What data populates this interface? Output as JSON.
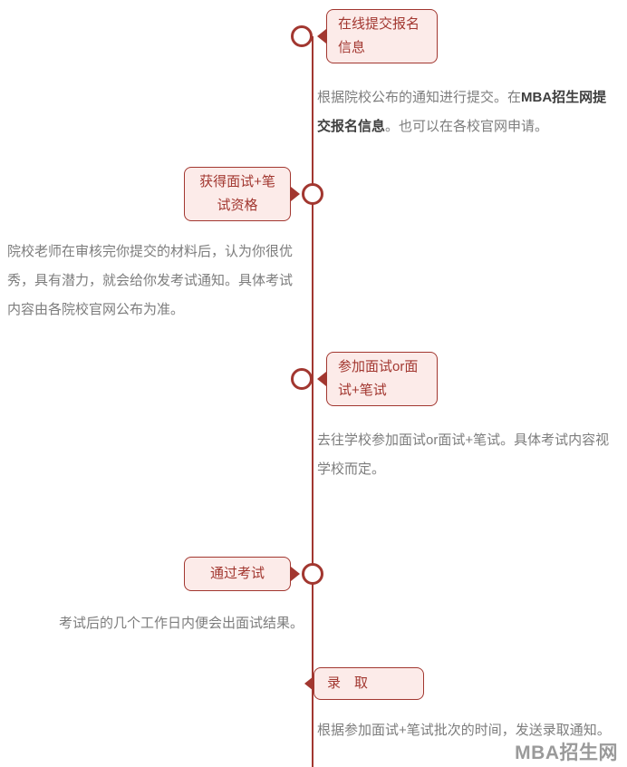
{
  "watermark": "MBA招生网",
  "colors": {
    "accent": "#a23730",
    "box_fill": "#fcebe9",
    "desc_text": "#7d7d7d",
    "desc_bold": "#3f3f3f",
    "watermark": "#9a9a9a"
  },
  "steps": [
    {
      "label": "在线提交报名信息",
      "desc_pre": "根据院校公布的通知进行提交。在",
      "desc_bold": "MBA招生网提交报名信息",
      "desc_post": "。也可以在各校官网申请。"
    },
    {
      "label": "获得面试+笔试资格",
      "desc_pre": "院校老师在审核完你提交的材料后，认为你很优秀，具有潜力，就会给你发考试通知。具体考试内容由各院校官网公布为准。",
      "desc_bold": "",
      "desc_post": ""
    },
    {
      "label": "参加面试or面试+笔试",
      "desc_pre": "去往学校参加面试or面试+笔试。具体考试内容视学校而定。",
      "desc_bold": "",
      "desc_post": ""
    },
    {
      "label": "通过考试",
      "desc_pre": "考试后的几个工作日内便会出面试结果。",
      "desc_bold": "",
      "desc_post": ""
    },
    {
      "label": "录　取",
      "desc_pre": "根据参加面试+笔试批次的时间，发送录取通知。",
      "desc_bold": "",
      "desc_post": ""
    }
  ]
}
